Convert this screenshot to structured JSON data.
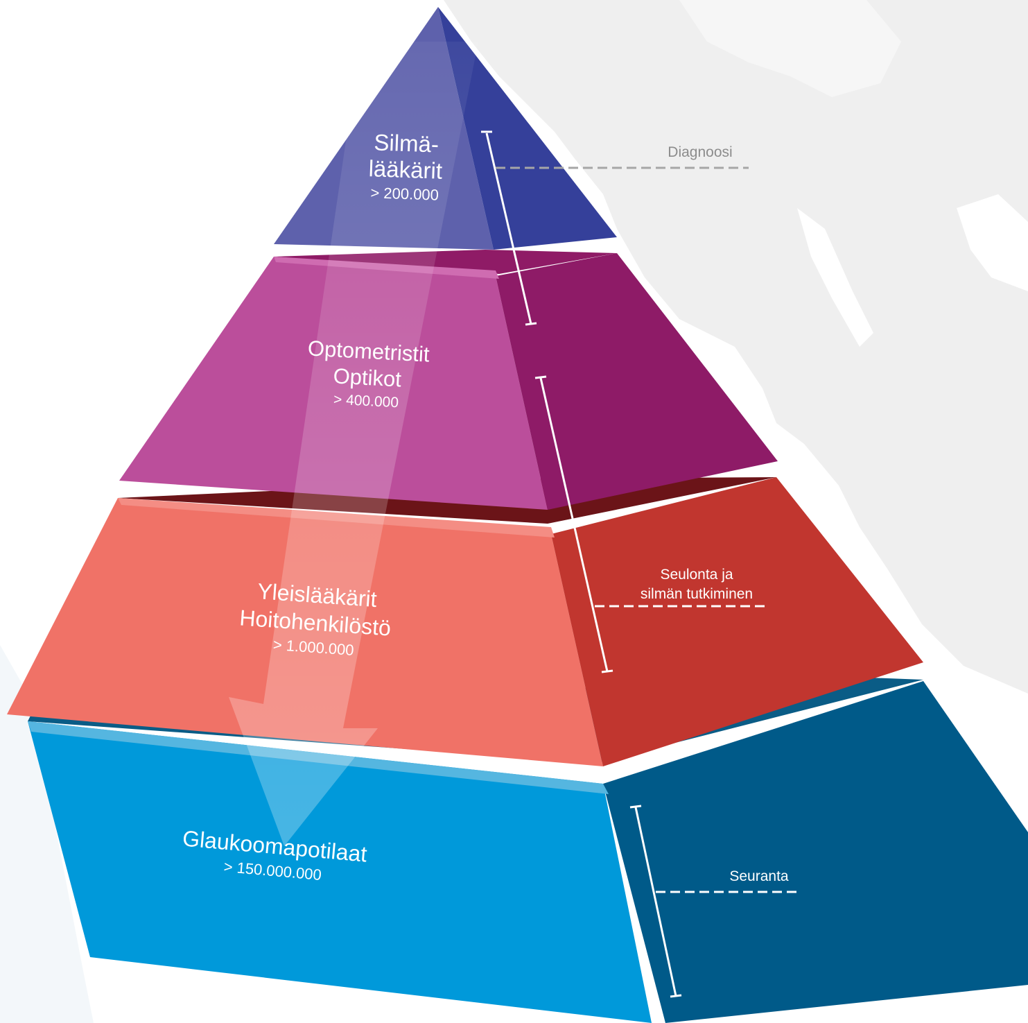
{
  "tiers": [
    {
      "name_lines": [
        "Silmä-",
        "lääkärit"
      ],
      "count": "> 200.000",
      "color": "#5a5aaa"
    },
    {
      "name_lines": [
        "Optometristit",
        "Optikot"
      ],
      "count": "> 400.000",
      "color": "#bb4e9b"
    },
    {
      "name_lines": [
        "Yleislääkärit",
        "Hoitohenkilöstö"
      ],
      "count": "> 1.000.000",
      "color": "#f07267"
    },
    {
      "name_lines": [
        "Glaukoomapotilaat"
      ],
      "count": "> 150.000.000",
      "color": "#009bdc"
    }
  ],
  "stages": [
    {
      "label_lines": [
        "Diagnoosi"
      ],
      "color": "#8c8c8c"
    },
    {
      "label_lines": [
        "Seulonta ja",
        "silmän tutkiminen"
      ],
      "color": "#ffffff"
    },
    {
      "label_lines": [
        "Seuranta"
      ],
      "color": "#ffffff"
    }
  ]
}
